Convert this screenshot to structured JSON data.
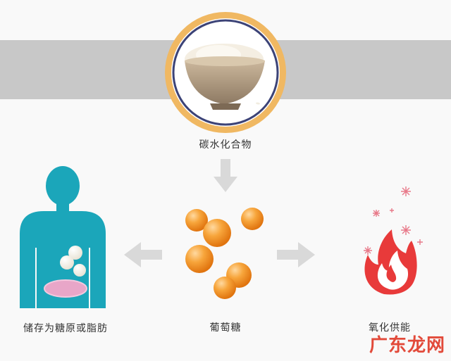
{
  "labels": {
    "carbohydrate": "碳水化合物",
    "glucose": "葡萄糖",
    "storage": "储存为糖原或脂肪",
    "oxidation": "氧化供能"
  },
  "watermark": "广东龙网",
  "icons": {
    "top": "rice-bowl-icon",
    "left": "human-body-icon",
    "center": "glucose-molecules-icon",
    "right": "flame-icon"
  },
  "colors": {
    "band": "#c8c8c8",
    "bowl_ring": "#f0b862",
    "bowl_inner_ring": "#3c4377",
    "body": "#1ba6ba",
    "glucose": "#f08a1c",
    "flame": "#e83a3a",
    "arrow": "#d9d9d9",
    "watermark": "#e24a3a"
  }
}
